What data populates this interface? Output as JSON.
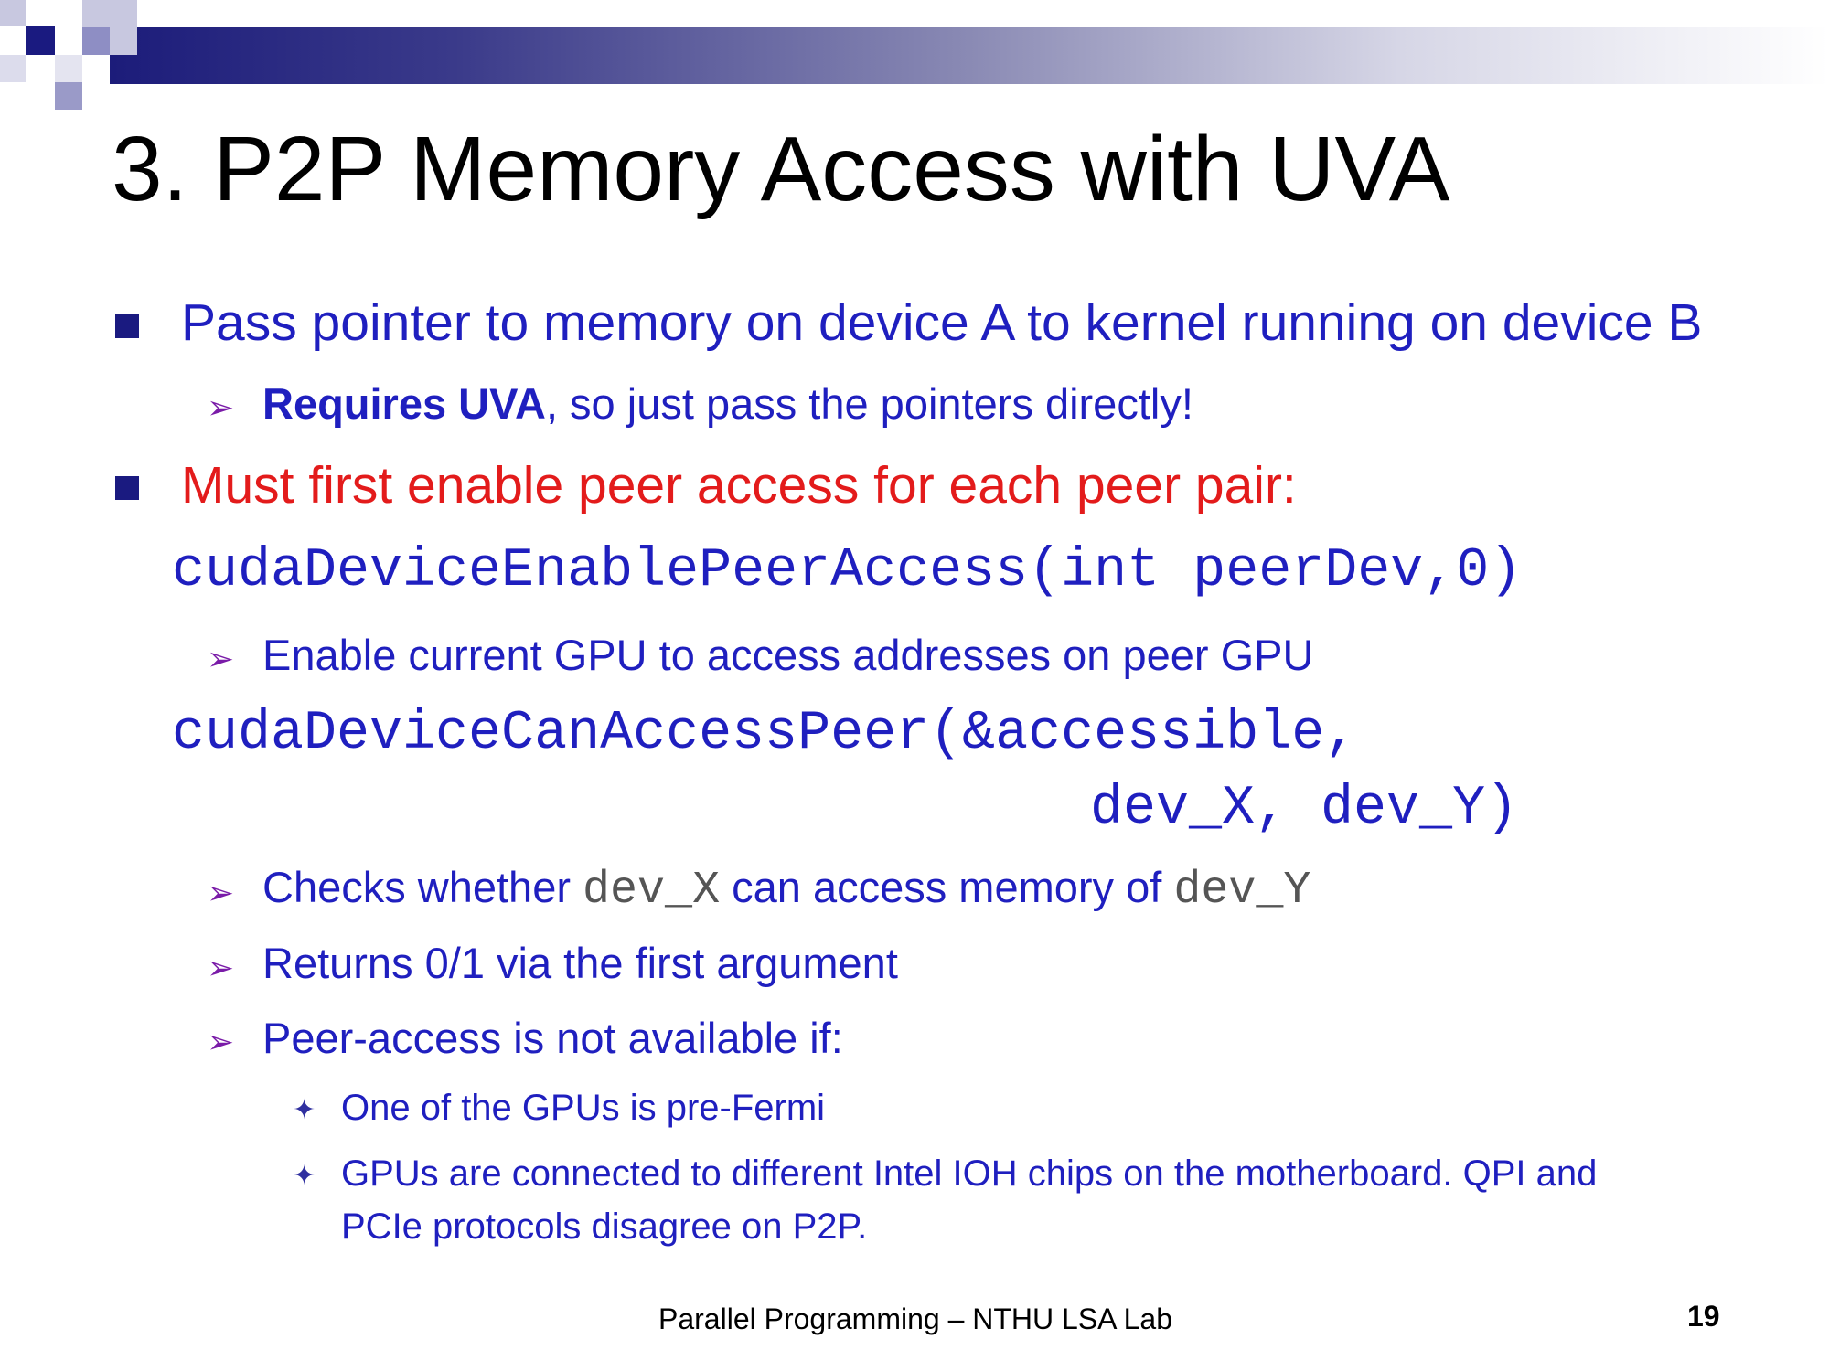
{
  "colors": {
    "accent": "#1f1fbf",
    "highlight": "#e31b1b",
    "arrow": "#7a1ba8",
    "header_dark": "#1c1c7a"
  },
  "slide": {
    "title": "3. P2P Memory Access with UVA"
  },
  "bullets": {
    "b1": "Pass pointer to memory on device A to kernel running on device B",
    "b1_sub_bold": "Requires UVA",
    "b1_sub_rest": ", so just pass the pointers directly!",
    "b2": "Must first enable peer access for each peer pair:",
    "code1": "cudaDeviceEnablePeerAccess(int peerDev,0)",
    "b2_sub1": "Enable current GPU to access addresses on peer GPU",
    "code2_line1": "cudaDeviceCanAccessPeer(&accessible,",
    "code2_line2": "dev_X, dev_Y)",
    "check_pre": "Checks whether ",
    "check_code1": "dev_X",
    "check_mid": " can access memory of ",
    "check_code2": "dev_Y",
    "returns": "Returns 0/1 via the first argument",
    "not_available": "Peer-access is not available if:",
    "cond1": "One of the GPUs is pre-Fermi",
    "cond2_line1": "GPUs are connected to different Intel IOH chips on the motherboard. QPI and",
    "cond2_line2": "PCIe protocols disagree on P2P."
  },
  "footer": {
    "text": "Parallel Programming – NTHU LSA Lab",
    "page_number": "19"
  }
}
